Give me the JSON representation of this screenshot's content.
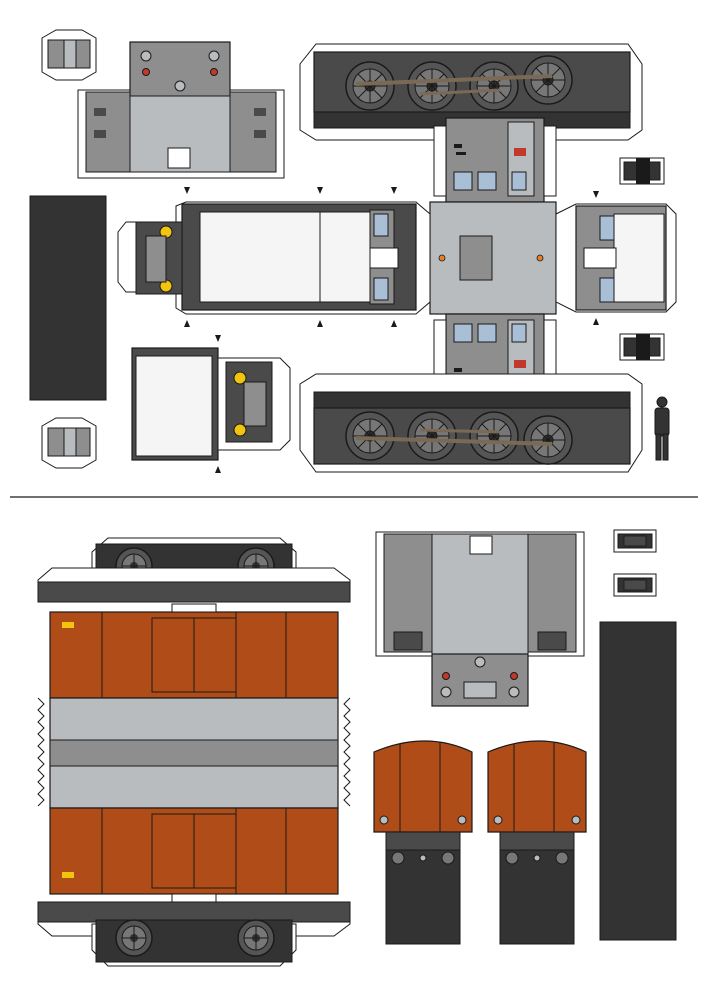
{
  "sheet": {
    "kind": "paper-model-cutout",
    "subject": "locomotive-and-wagon",
    "palette": {
      "outline": "#1a1a1a",
      "paper": "#ffffff",
      "tab": "#ffffff",
      "dark_gray": "#4a4a4a",
      "black_panel": "#333333",
      "mid_gray": "#8e8e8e",
      "light_gray": "#b8bcbf",
      "window_blue": "#a9bfd6",
      "white_panel": "#f5f5f5",
      "brown": "#b04c17",
      "brown_dark": "#7b3010",
      "hazard_yellow": "#f1c40f",
      "red_light": "#c0392b",
      "orange_light": "#e67e22"
    },
    "part_groups": [
      "locomotive-parts",
      "wagon-parts"
    ],
    "icons": [
      "wheel-icon",
      "human-figure-icon",
      "alignment-marker-icon",
      "separator-line"
    ]
  }
}
